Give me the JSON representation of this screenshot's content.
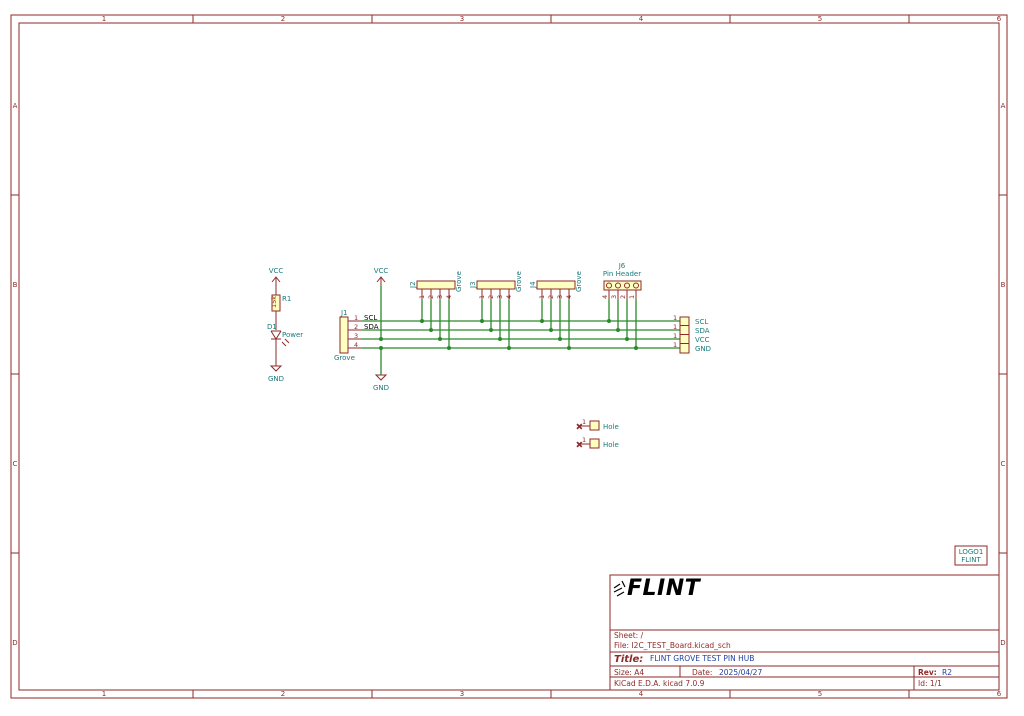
{
  "frame": {
    "col_labels": [
      "1",
      "2",
      "3",
      "4",
      "5",
      "6"
    ],
    "row_labels": [
      "A",
      "B",
      "C",
      "D"
    ]
  },
  "power": {
    "vcc": "VCC",
    "gnd": "GND"
  },
  "r1": {
    "ref": "R1",
    "value": "15k"
  },
  "d1": {
    "ref": "D1",
    "value": "Power"
  },
  "j1": {
    "ref": "J1",
    "value": "Grove",
    "pins": [
      "1",
      "2",
      "3",
      "4"
    ],
    "nets": [
      "SCL",
      "SDA"
    ]
  },
  "grove_headers": [
    {
      "ref": "J2",
      "value": "Grove",
      "pins": [
        "1",
        "2",
        "3",
        "4"
      ]
    },
    {
      "ref": "J3",
      "value": "Grove",
      "pins": [
        "1",
        "2",
        "3",
        "4"
      ]
    },
    {
      "ref": "J4",
      "value": "Grove",
      "pins": [
        "1",
        "2",
        "3",
        "4"
      ]
    }
  ],
  "j6": {
    "ref": "J6",
    "value": "Pin Header",
    "pins": [
      "4",
      "3",
      "2",
      "1"
    ]
  },
  "right_connectors": [
    {
      "pin": "1",
      "net": "SCL"
    },
    {
      "pin": "1",
      "net": "SDA"
    },
    {
      "pin": "1",
      "net": "VCC"
    },
    {
      "pin": "1",
      "net": "GND"
    }
  ],
  "holes": [
    {
      "pin": "1",
      "label": "Hole"
    },
    {
      "pin": "1",
      "label": "Hole"
    }
  ],
  "logo_ref": {
    "ref": "LOGO1",
    "value": "FLINT"
  },
  "title_block": {
    "logo_text": "FLINT",
    "sheet_label": "Sheet: /",
    "file_label": "File: I2C_TEST_Board.kicad_sch",
    "title_label": "Title:",
    "title_value": "FLINT GROVE TEST PIN HUB",
    "size_label": "Size: A4",
    "date_label": "Date:",
    "date_value": "2025/04/27",
    "rev_label": "Rev:",
    "rev_value": "R2",
    "tool_label": "KiCad E.D.A.  kicad 7.0.9",
    "id_label": "Id: 1/1"
  }
}
